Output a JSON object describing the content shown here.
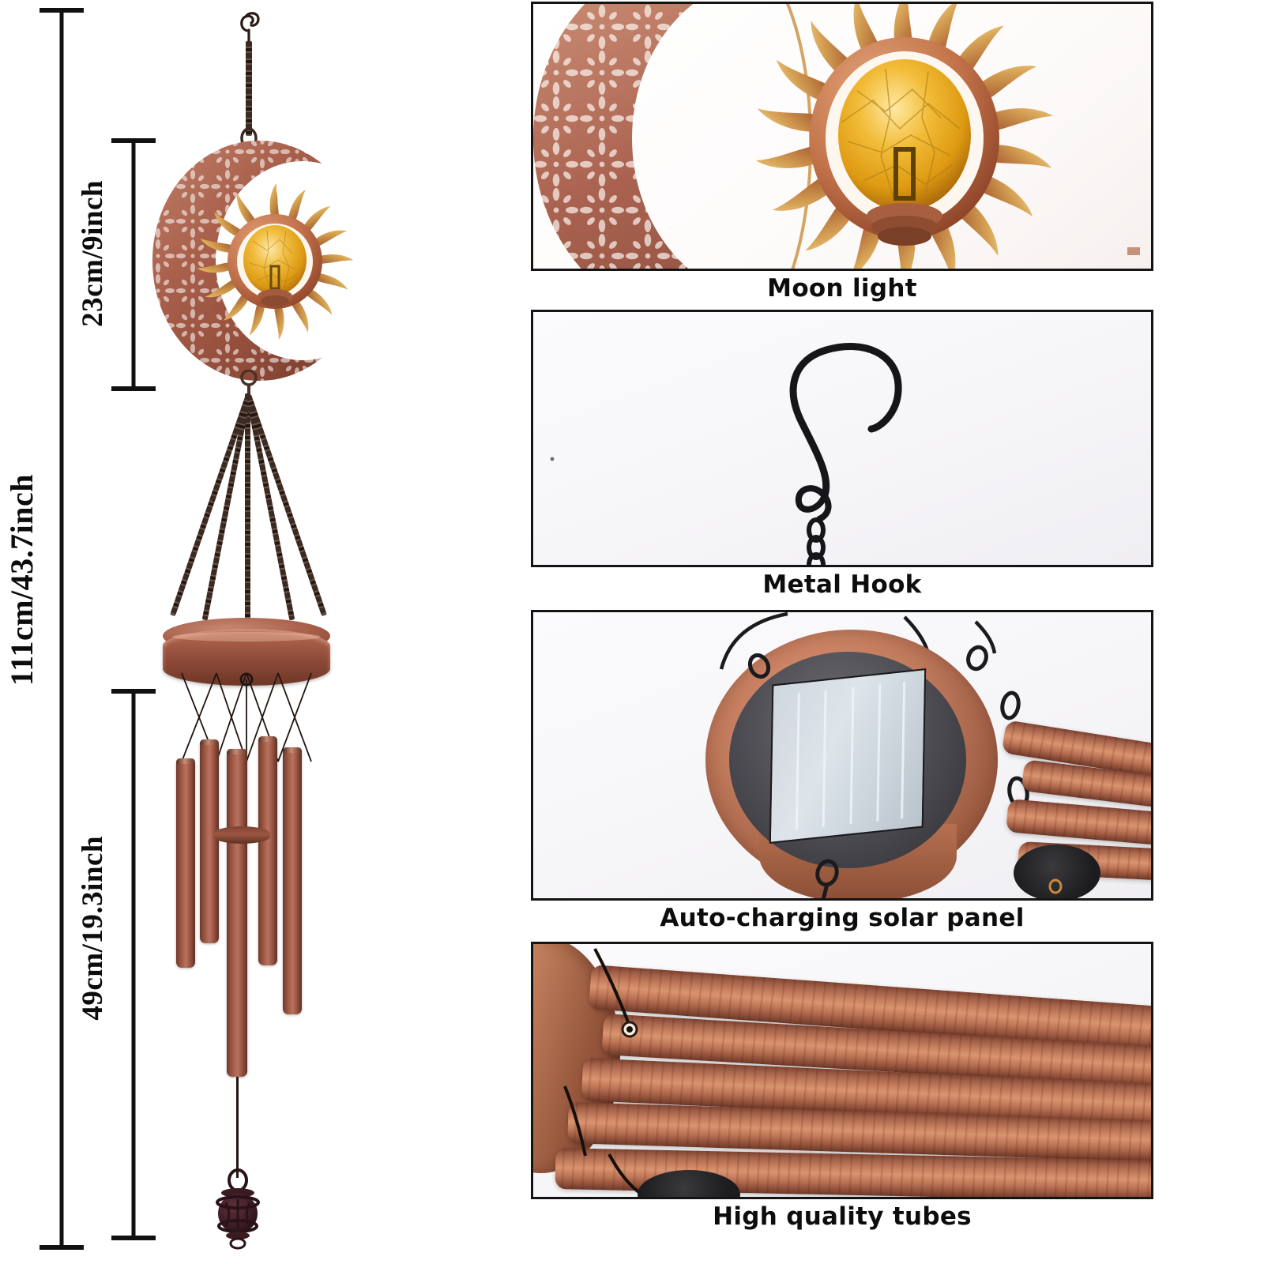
{
  "product": {
    "name": "solar-moon-sun-wind-chime",
    "icons": {
      "hook": "s-hook-icon",
      "chain": "chain-icon",
      "moon": "crescent-moon-icon",
      "sun": "sun-icon",
      "glass_ball": "crackle-glass-ball-icon",
      "tubes": "chime-tube-icon",
      "finial": "ornament-ball-icon",
      "solar_panel": "solar-panel-icon"
    },
    "colors": {
      "copper": "#a9604b",
      "copper_light": "#c8815f",
      "copper_dark": "#6d3526",
      "gold": "#d6a44f",
      "amber": "#e0a52a",
      "black": "#141414",
      "background": "#ffffff"
    }
  },
  "dimensions": {
    "total": {
      "label": "111cm/43.7inch",
      "name": "total-length"
    },
    "top_section": {
      "label": "23cm/9inch",
      "name": "moon-section-height"
    },
    "chime_section": {
      "label": "49cm/19.3inch",
      "name": "chime-section-height"
    }
  },
  "panels": [
    {
      "id": "moon-light",
      "caption": "Moon light",
      "subject": "filigree crescent moon with golden sun and amber crackle glass globe"
    },
    {
      "id": "metal-hook",
      "caption": "Metal Hook",
      "subject": "black S-shaped metal hanging hook with chain"
    },
    {
      "id": "solar-panel",
      "caption": "Auto-charging solar panel",
      "subject": "copper disc housing with square solar cell and chime tubes"
    },
    {
      "id": "tubes",
      "caption": "High quality tubes",
      "subject": "five distressed copper aluminium chime tubes"
    }
  ],
  "chime": {
    "tube_count": 5,
    "tube_color": "#9d5644"
  }
}
